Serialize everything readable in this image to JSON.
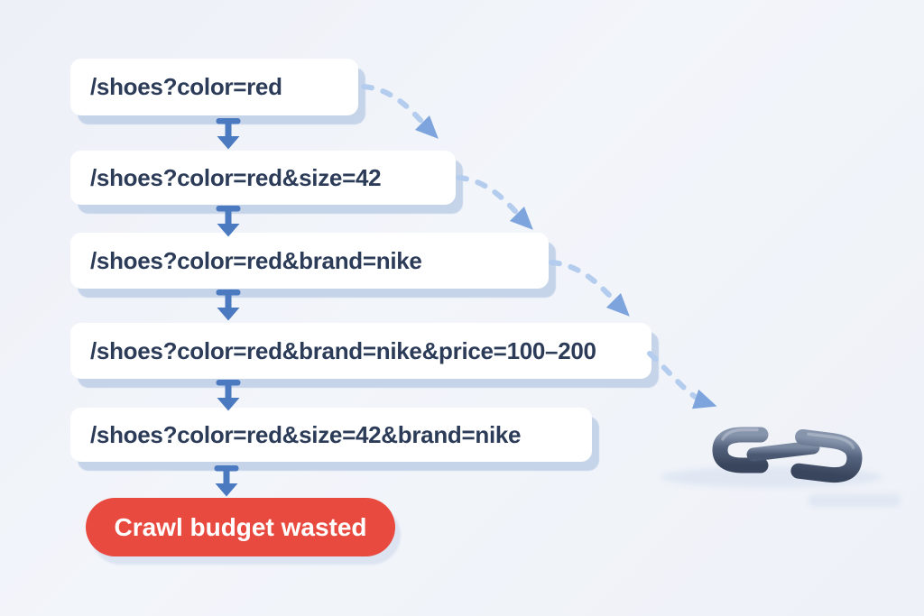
{
  "diagram": {
    "url_nodes": [
      "/shoes?color=red",
      "/shoes?color=red&size=42",
      "/shoes?color=red&brand=nike",
      "/shoes?color=red&brand=nike&price=100–200",
      "/shoes?color=red&size=42&brand=nike"
    ],
    "result_badge": "Crawl budget wasted",
    "icons": {
      "flow_arrow": "down-arrow-icon",
      "hop_arrow": "dashed-curved-arrow-icon",
      "chain": "chain-link-icon"
    },
    "colors": {
      "background": "#eff2f8",
      "node_fill": "#ffffff",
      "node_text": "#2c3c58",
      "node_shadow": "#c6d4e9",
      "flow_arrow_blue": "#4b7ac0",
      "dashed_arc_blue": "#b4cdee",
      "arc_arrowhead_blue": "#7da4dc",
      "badge_fill": "#e84a3f",
      "badge_text": "#ffffff",
      "chain_slate": "#45536d"
    }
  }
}
